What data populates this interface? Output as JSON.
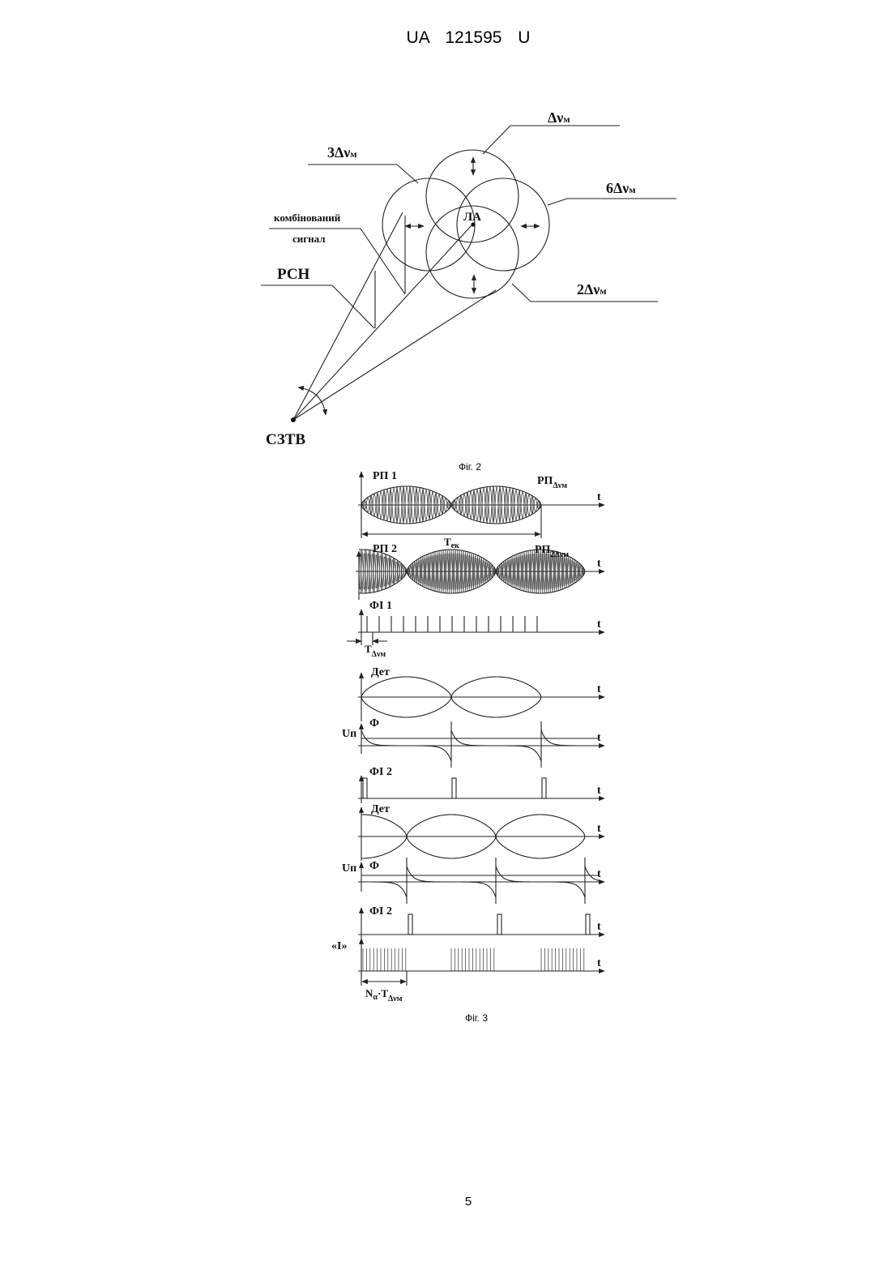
{
  "header": {
    "number": "UA 121595 U"
  },
  "fig2": {
    "dnu": {
      "main": "Δν",
      "sub": "м"
    },
    "three_dnu": {
      "main": "3Δν",
      "sub": "м"
    },
    "six_dnu": {
      "main": "6Δν",
      "sub": "м"
    },
    "two_dnu": {
      "main": "2Δν",
      "sub": "м"
    },
    "combined_signal": [
      "комбінований",
      "сигнал"
    ],
    "rsn": "РСН",
    "aircraft": "ЛА",
    "station": "СЗТВ",
    "caption": "Фіг. 2"
  },
  "fig3": {
    "axis_t": "t",
    "rp1": "РП 1",
    "rp1_right": {
      "main": "РП",
      "sub": "Δνм"
    },
    "scan_period": {
      "main": "T",
      "sub": "ек"
    },
    "rp2": "РП 2",
    "rp2_right": {
      "main": "РП",
      "sub": "2Δνм"
    },
    "fi1": "ФІ 1",
    "pulse_period": {
      "main": "T",
      "sub": "Δνм"
    },
    "det": "Дет",
    "up": "Uп",
    "phi": "Ф",
    "fi2": "ФІ 2",
    "i_signal": "«І»",
    "burst_length": {
      "n": "N",
      "alpha": "α",
      "mid": "·T",
      "sub": "Δνм"
    },
    "caption": "Фіг. 3"
  },
  "page_number": "5"
}
